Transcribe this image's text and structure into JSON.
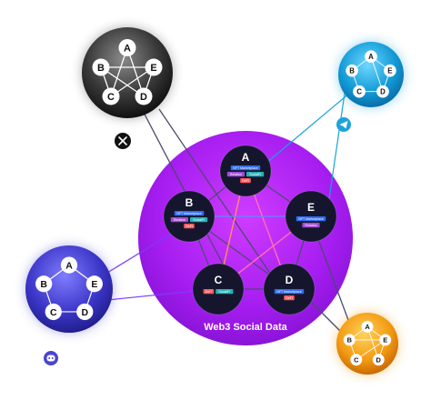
{
  "hub": {
    "title": "Web3 Social Data",
    "nodes": [
      {
        "id": "A",
        "tags": [
          {
            "text": "NFT Marketplace",
            "color": "#2f6bf2"
          },
          {
            "text": "Relation",
            "color": "#a24bd6"
          },
          {
            "text": "SocialFi",
            "color": "#24b1b3"
          },
          {
            "text": "DeFi",
            "color": "#ff5757"
          }
        ]
      },
      {
        "id": "B",
        "tags": [
          {
            "text": "NFT Marketplace",
            "color": "#2f6bf2"
          },
          {
            "text": "Relation",
            "color": "#a24bd6"
          },
          {
            "text": "SocialFi",
            "color": "#24b1b3"
          },
          {
            "text": "DeFi",
            "color": "#ff5757"
          }
        ]
      },
      {
        "id": "C",
        "tags": [
          {
            "text": "DeFi",
            "color": "#ff5757"
          },
          {
            "text": "SocialFi",
            "color": "#24b1b3"
          }
        ]
      },
      {
        "id": "D",
        "tags": [
          {
            "text": "NFT Marketplace",
            "color": "#2f6bf2"
          },
          {
            "text": "DeFi",
            "color": "#ff5757"
          }
        ]
      },
      {
        "id": "E",
        "tags": [
          {
            "text": "NFT Marketplace",
            "color": "#2f6bf2"
          },
          {
            "text": "Relation",
            "color": "#a24bd6"
          }
        ]
      }
    ]
  },
  "platforms": [
    {
      "name": "x",
      "icon": "x-logo-icon",
      "color": "#2b2b2b",
      "nodes": [
        "A",
        "B",
        "E",
        "C",
        "D"
      ]
    },
    {
      "name": "telegram",
      "icon": "telegram-icon",
      "color": "#1aa3dc",
      "nodes": [
        "A",
        "B",
        "E",
        "C",
        "D"
      ]
    },
    {
      "name": "discord",
      "icon": "discord-icon",
      "color": "#4a45d0",
      "nodes": [
        "A",
        "B",
        "E",
        "C",
        "D"
      ]
    },
    {
      "name": "other",
      "icon": "",
      "color": "#f2a11a",
      "nodes": [
        "A",
        "B",
        "E",
        "C",
        "D"
      ]
    }
  ],
  "colors": {
    "hub": "#a51df0",
    "node": "#15162e",
    "link": "#4b4b6e",
    "link_highlight": "#ff6fb0"
  }
}
